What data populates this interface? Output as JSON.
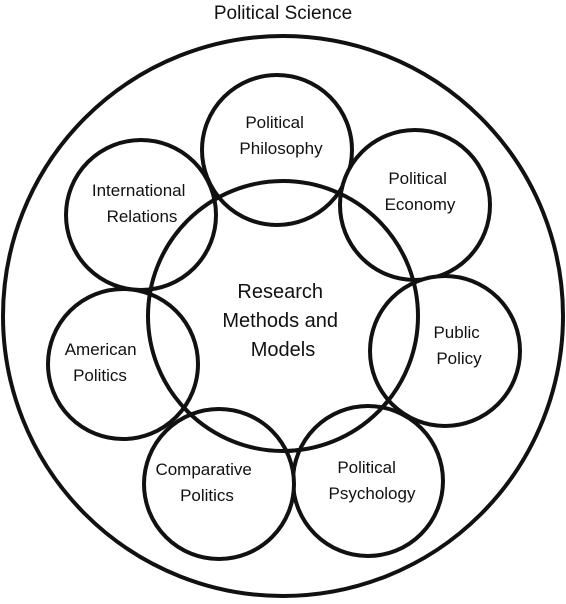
{
  "title": "Political Science",
  "center": {
    "lines": [
      "Research",
      "Methods and",
      "Models"
    ]
  },
  "fields": [
    {
      "id": "political-philosophy",
      "lines": [
        "Political",
        "Philosophy"
      ]
    },
    {
      "id": "political-economy",
      "lines": [
        "Political",
        "Economy"
      ]
    },
    {
      "id": "public-policy",
      "lines": [
        "Public",
        "Policy"
      ]
    },
    {
      "id": "political-psychology",
      "lines": [
        "Political",
        "Psychology"
      ]
    },
    {
      "id": "comparative-politics",
      "lines": [
        "Comparative",
        "Politics"
      ]
    },
    {
      "id": "american-politics",
      "lines": [
        "American",
        "Politics"
      ]
    },
    {
      "id": "international-relations",
      "lines": [
        "International",
        "Relations"
      ]
    }
  ],
  "colors": {
    "stroke": "#111111",
    "fill": "#ffffff",
    "text": "#111111"
  }
}
